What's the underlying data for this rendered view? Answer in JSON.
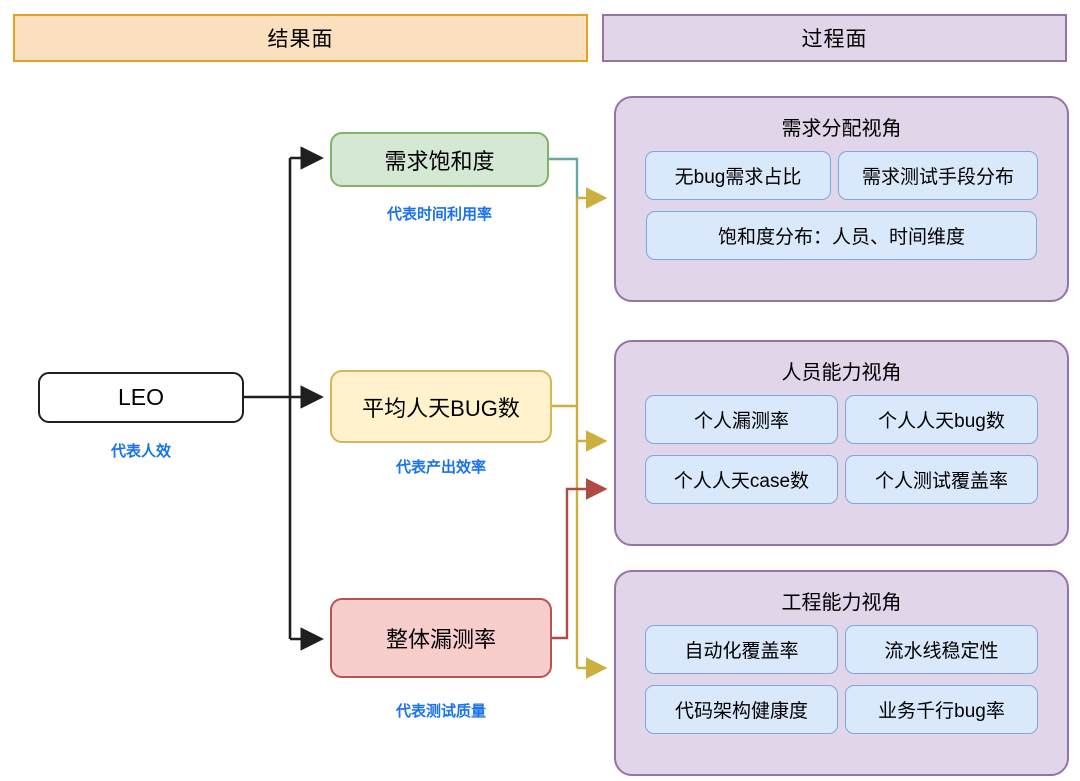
{
  "headers": {
    "result": "结果面",
    "process": "过程面"
  },
  "root": {
    "label": "LEO",
    "caption": "代表人效"
  },
  "metrics": [
    {
      "label": "需求饱和度",
      "caption": "代表时间利用率",
      "fill": "#d5e8d4",
      "stroke": "#82b366"
    },
    {
      "label": "平均人天BUG数",
      "caption": "代表产出效率",
      "fill": "#fff2cc",
      "stroke": "#d6b656"
    },
    {
      "label": "整体漏测率",
      "caption": "代表测试质量",
      "fill": "#f8cecc",
      "stroke": "#b85450"
    }
  ],
  "panels": [
    {
      "title": "需求分配视角",
      "rows": [
        [
          "无bug需求占比",
          "需求测试手段分布"
        ],
        [
          "饱和度分布：人员、时间维度"
        ]
      ]
    },
    {
      "title": "人员能力视角",
      "rows": [
        [
          "个人漏测率",
          "个人人天bug数"
        ],
        [
          "个人人天case数",
          "个人测试覆盖率"
        ]
      ]
    },
    {
      "title": "工程能力视角",
      "rows": [
        [
          "自动化覆盖率",
          "流水线稳定性"
        ],
        [
          "代码架构健康度",
          "业务千行bug率"
        ]
      ]
    }
  ],
  "colors": {
    "header_result_fill": "#fbe0c0",
    "header_result_stroke": "#e3a220",
    "header_process_fill": "#e1d5ea",
    "header_process_stroke": "#9673a6",
    "chip_fill": "#dae8fc",
    "chip_stroke": "#7ea6e0",
    "caption_text": "#1a73e8",
    "connector_black": "#1f1f1f",
    "connector_green": "#67a9a0",
    "connector_yellow": "#d6b656",
    "connector_red": "#b85450"
  }
}
